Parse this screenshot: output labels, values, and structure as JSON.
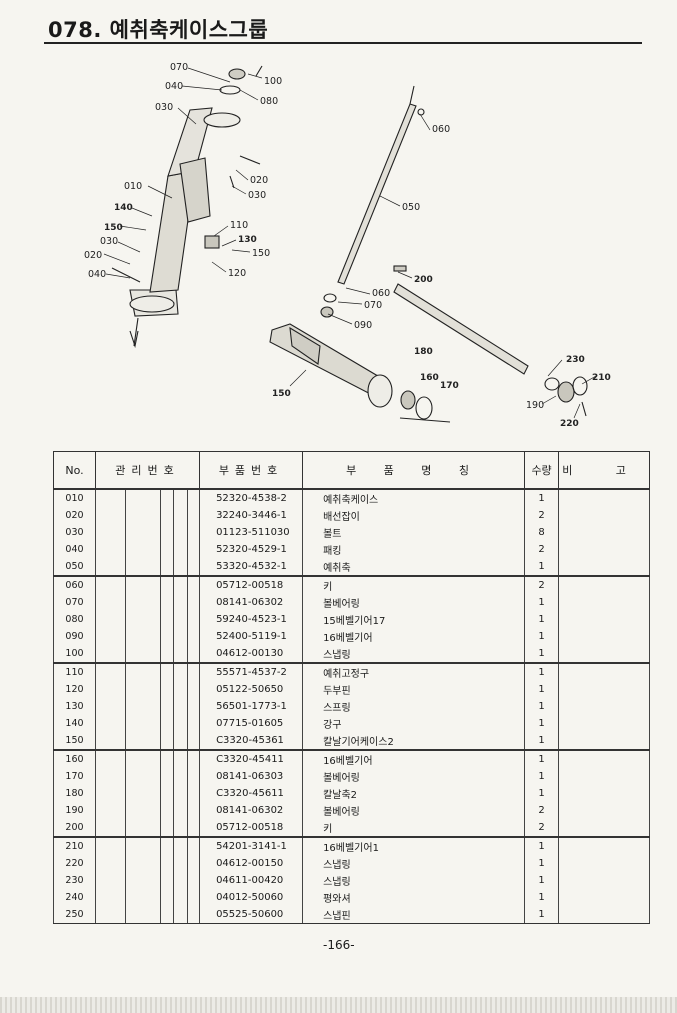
{
  "header": {
    "title": "078. 예취축케이스그룹"
  },
  "diagram_labels": {
    "l070a": "070",
    "l040a": "040",
    "l030a": "030",
    "l100": "100",
    "l080": "080",
    "l020a": "020",
    "l030b": "030",
    "l010": "010",
    "l140": "140",
    "l150a": "150",
    "l030c": "030",
    "l020b": "020",
    "l040b": "040",
    "l110": "110",
    "l130": "130",
    "l150b": "150",
    "l120": "120",
    "l060a": "060",
    "l050": "050",
    "l200": "200",
    "l060b": "060",
    "l070b": "070",
    "l090": "090",
    "l180": "180",
    "l150c": "150",
    "l160": "160",
    "l170": "170",
    "l230": "230",
    "l210": "210",
    "l190": "190",
    "l220": "220"
  },
  "table": {
    "headers": {
      "no": "No.",
      "mgmt": "관리번호",
      "part_no": "부품번호",
      "part_name": "부 품 명 칭",
      "qty": "수량",
      "remarks": "비 고"
    },
    "rows": [
      {
        "no": "010",
        "part_no": "52320-4538-2",
        "name": "예취축케이스",
        "qty": "1"
      },
      {
        "no": "020",
        "part_no": "32240-3446-1",
        "name": "배선잡이",
        "qty": "2"
      },
      {
        "no": "030",
        "part_no": "01123-511030",
        "name": "볼트",
        "qty": "8"
      },
      {
        "no": "040",
        "part_no": "52320-4529-1",
        "name": "패킹",
        "qty": "2"
      },
      {
        "no": "050",
        "part_no": "53320-4532-1",
        "name": "예취축",
        "qty": "1"
      },
      {
        "no": "060",
        "part_no": "05712-00518",
        "name": "키",
        "qty": "2"
      },
      {
        "no": "070",
        "part_no": "08141-06302",
        "name": "볼베어링",
        "qty": "1"
      },
      {
        "no": "080",
        "part_no": "59240-4523-1",
        "name": "15베벨기어17",
        "qty": "1"
      },
      {
        "no": "090",
        "part_no": "52400-5119-1",
        "name": "16베벨기어",
        "qty": "1"
      },
      {
        "no": "100",
        "part_no": "04612-00130",
        "name": "스냅링",
        "qty": "1"
      },
      {
        "no": "110",
        "part_no": "55571-4537-2",
        "name": "예취고정구",
        "qty": "1"
      },
      {
        "no": "120",
        "part_no": "05122-50650",
        "name": "두부핀",
        "qty": "1"
      },
      {
        "no": "130",
        "part_no": "56501-1773-1",
        "name": "스프링",
        "qty": "1"
      },
      {
        "no": "140",
        "part_no": "07715-01605",
        "name": "강구",
        "qty": "1"
      },
      {
        "no": "150",
        "part_no": "C3320-45361",
        "name": "칼날기어케이스2",
        "qty": "1"
      },
      {
        "no": "160",
        "part_no": "C3320-45411",
        "name": "16베벨기어",
        "qty": "1"
      },
      {
        "no": "170",
        "part_no": "08141-06303",
        "name": "볼베어링",
        "qty": "1"
      },
      {
        "no": "180",
        "part_no": "C3320-45611",
        "name": "칼날축2",
        "qty": "1"
      },
      {
        "no": "190",
        "part_no": "08141-06302",
        "name": "볼베어링",
        "qty": "2"
      },
      {
        "no": "200",
        "part_no": "05712-00518",
        "name": "키",
        "qty": "2"
      },
      {
        "no": "210",
        "part_no": "54201-3141-1",
        "name": "16베벨기어1",
        "qty": "1"
      },
      {
        "no": "220",
        "part_no": "04612-00150",
        "name": "스냅링",
        "qty": "1"
      },
      {
        "no": "230",
        "part_no": "04611-00420",
        "name": "스냅링",
        "qty": "1"
      },
      {
        "no": "240",
        "part_no": "04012-50060",
        "name": "평와셔",
        "qty": "1"
      },
      {
        "no": "250",
        "part_no": "05525-50600",
        "name": "스냅핀",
        "qty": "1"
      }
    ]
  },
  "footer": {
    "page_number": "-166-"
  }
}
